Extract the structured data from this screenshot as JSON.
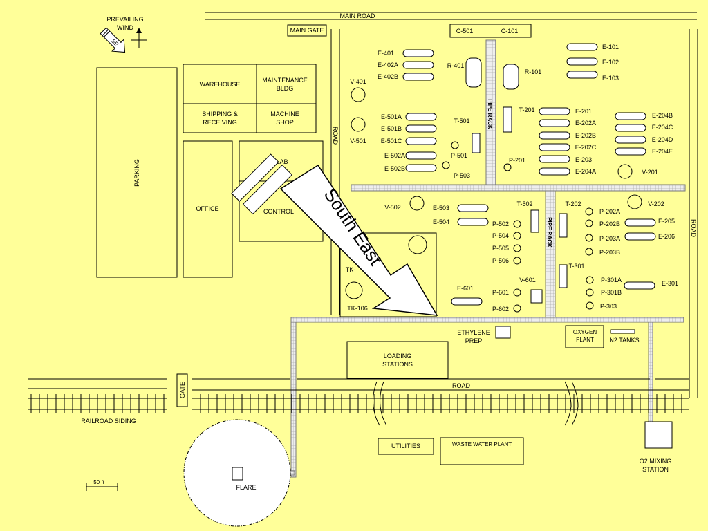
{
  "roads": {
    "main_road": "MAIN ROAD",
    "road_left": "ROAD",
    "road_right": "ROAD",
    "road_bottom": "ROAD",
    "railroad_siding": "RAILROAD SIDING"
  },
  "wind": {
    "label": "PREVAILING\nWIND",
    "direction_tag": "SE"
  },
  "gates": {
    "main_gate": "MAIN GATE",
    "gate": "GATE"
  },
  "buildings": {
    "parking": "PARKING",
    "warehouse": "WAREHOUSE",
    "maintenance": "MAINTENANCE\nBLDG",
    "shipping": "SHIPPING &\nRECEIVING",
    "machine_shop": "MACHINE\nSHOP",
    "office": "OFFICE",
    "lab": "LAB",
    "control": "CONTROL",
    "loading": "LOADING\nSTATIONS",
    "utilities": "UTILITIES",
    "waste_water": "WASTE WATER PLANT",
    "ethylene_prep": "ETHYLENE\nPREP",
    "oxygen_plant": "OXYGEN\nPLANT",
    "n2_tanks": "N2 TANKS",
    "o2_mixing": "O2 MIXING\nSTATION",
    "flare": "FLARE"
  },
  "pipe_rack": "PIPE RACK",
  "columns": {
    "c501": "C-501",
    "c101": "C-101"
  },
  "reactors": {
    "r401": "R-401",
    "r101": "R-101"
  },
  "vessels": {
    "v401": "V-401",
    "v501": "V-501",
    "v201": "V-201",
    "v502": "V-502",
    "v202": "V-202",
    "v601": "V-601"
  },
  "towers": {
    "t501": "T-501",
    "t201": "T-201",
    "t502": "T-502",
    "t202": "T-202",
    "t301": "T-301"
  },
  "tanks": {
    "tk_a": "TK-",
    "tk_b": "TK-106"
  },
  "exchangers": {
    "e401": "E-401",
    "e402a": "E-402A",
    "e402b": "E-402B",
    "e101": "E-101",
    "e102": "E-102",
    "e103": "E-103",
    "e501a": "E-501A",
    "e501b": "E-501B",
    "e501c": "E-501C",
    "e502a": "E-502A",
    "e502b": "E-502B",
    "e201": "E-201",
    "e202a": "E-202A",
    "e202b": "E-202B",
    "e202c": "E-202C",
    "e203": "E-203",
    "e204a": "E-204A",
    "e204b": "E-204B",
    "e204c": "E-204C",
    "e204d": "E-204D",
    "e204e": "E-204E",
    "e503": "E-503",
    "e504": "E-504",
    "e205": "E-205",
    "e206": "E-206",
    "e601": "E-601",
    "e301": "E-301"
  },
  "pumps": {
    "p501": "P-501",
    "p503": "P-503",
    "p201": "P-201",
    "p502": "P-502",
    "p504": "P-504",
    "p505": "P-505",
    "p506": "P-506",
    "p202a": "P-202A",
    "p202b": "P-202B",
    "p203a": "P-203A",
    "p203b": "P-203B",
    "p301a": "P-301A",
    "p301b": "P-301B",
    "p303": "P-303",
    "p601": "P-601",
    "p602": "P-602"
  },
  "overlay_arrow": "South East",
  "scale_bar": "50 ft",
  "colors": {
    "background": "#ffff99",
    "arrow_fill": "#ffffff",
    "rack_fill": "#dddddd"
  }
}
